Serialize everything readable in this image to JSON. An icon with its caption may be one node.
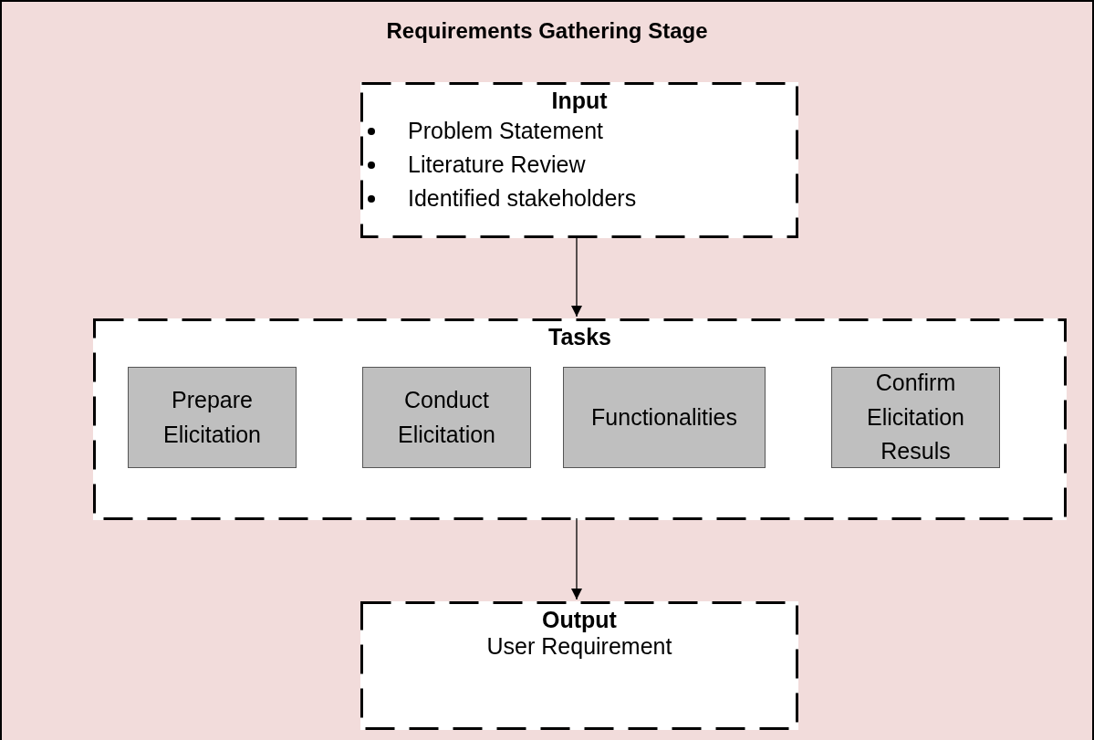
{
  "diagram": {
    "nodes": [
      {
        "text": [
          "Requirements Gathering Stage"
        ]
      },
      {
        "text": [
          "Input",
          "Problem Statement",
          "Literature Review",
          "Identified stakeholders"
        ],
        "in": 0
      },
      {
        "text": [
          "Tasks"
        ],
        "in": 0
      },
      {
        "text": [
          "Prepare Elicitation"
        ],
        "in": 2
      },
      {
        "text": [
          "Conduct Elicitation"
        ],
        "in": 2
      },
      {
        "text": [
          "Functionalities"
        ],
        "in": 2
      },
      {
        "text": [
          "Confirm Elicitation Resuls"
        ],
        "in": 2
      },
      {
        "text": [
          "Output",
          "User Requirement"
        ],
        "in": 0
      }
    ],
    "edges": [
      {
        "from": 1,
        "to": 2,
        "arrow": "to"
      },
      {
        "from": 2,
        "to": 7,
        "arrow": "to"
      }
    ]
  }
}
